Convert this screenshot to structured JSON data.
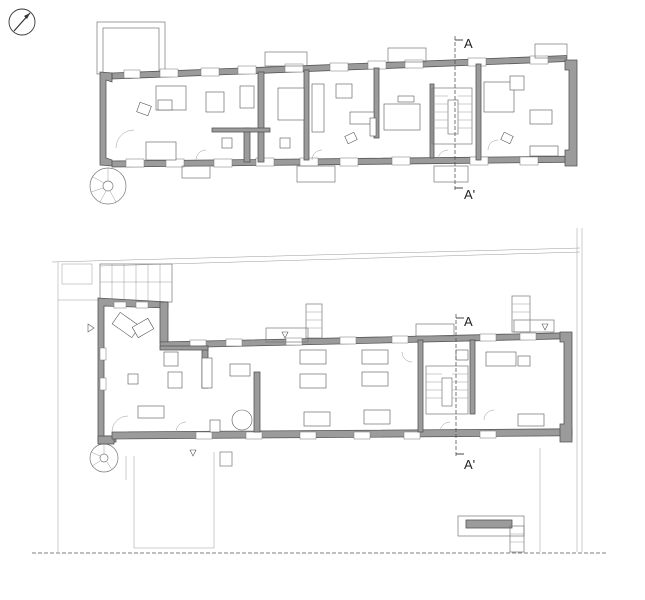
{
  "north_arrow": {
    "icon": "north-arrow-icon"
  },
  "upper_plan": {
    "section_top_label": "A",
    "section_bottom_label": "A'"
  },
  "lower_plan": {
    "section_top_label": "A",
    "section_bottom_label": "A'"
  },
  "colors": {
    "wall": "#9b9b9b",
    "line": "#555555"
  }
}
